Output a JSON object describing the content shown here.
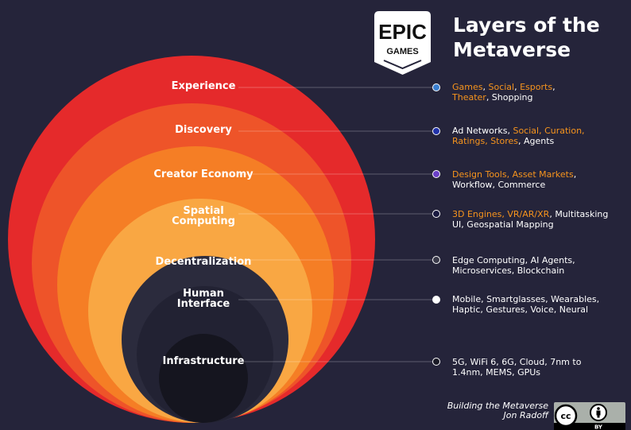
{
  "title": {
    "line1": "Layers of the",
    "line2": "Metaverse"
  },
  "logo": {
    "top_text": "EPIC",
    "bottom_text": "GAMES"
  },
  "layers": [
    {
      "name": "Experience",
      "color": "#e52a2b",
      "details": [
        [
          [
            "Games",
            true
          ],
          [
            ", ",
            false
          ],
          [
            "Social",
            true
          ],
          [
            ", ",
            false
          ],
          [
            "Esports",
            true
          ],
          [
            ",",
            false
          ]
        ],
        [
          [
            "Theater",
            true
          ],
          [
            ", Shopping",
            false
          ]
        ]
      ]
    },
    {
      "name": "Discovery",
      "color": "#ee5429",
      "details": [
        [
          [
            "Ad Networks, ",
            false
          ],
          [
            "Social, Curation,",
            true
          ]
        ],
        [
          [
            "Ratings, Stores",
            true
          ],
          [
            ", Agents",
            false
          ]
        ]
      ]
    },
    {
      "name": "Creator Economy",
      "color": "#f57e25",
      "details": [
        [
          [
            "Design Tools, Asset Markets",
            true
          ],
          [
            ",",
            false
          ]
        ],
        [
          [
            "Workflow, Commerce",
            false
          ]
        ]
      ]
    },
    {
      "name": "Spatial Computing",
      "name_lines": [
        "Spatial",
        "Computing"
      ],
      "color": "#f9a743",
      "details": [
        [
          [
            "3D Engines, VR/AR/XR",
            true
          ],
          [
            ", Multitasking",
            false
          ]
        ],
        [
          [
            "UI, Geospatial Mapping",
            false
          ]
        ]
      ]
    },
    {
      "name": "Decentralization",
      "color": "#2b2b3d",
      "details": [
        [
          [
            "Edge Computing, AI Agents,",
            false
          ]
        ],
        [
          [
            "Microservices, Blockchain",
            false
          ]
        ]
      ]
    },
    {
      "name": "Human Interface",
      "name_lines": [
        "Human",
        "Interface"
      ],
      "color": "#222233",
      "details": [
        [
          [
            "Mobile, Smartglasses, Wearables,",
            false
          ]
        ],
        [
          [
            "Haptic, Gestures, Voice, Neural",
            false
          ]
        ]
      ]
    },
    {
      "name": "Infrastructure",
      "color": "#15151f",
      "details": [
        [
          [
            "5G, WiFi 6, 6G, Cloud, 7nm to",
            false
          ]
        ],
        [
          [
            "1.4nm, MEMS, GPUs",
            false
          ]
        ]
      ]
    }
  ],
  "credit": {
    "line1": "Building the Metaverse",
    "line2": "Jon Radoff"
  },
  "license": {
    "cc": "cc",
    "by": "BY"
  },
  "colors": {
    "background": "#25243a",
    "highlight": "#f7941d",
    "text": "#ffffff"
  }
}
